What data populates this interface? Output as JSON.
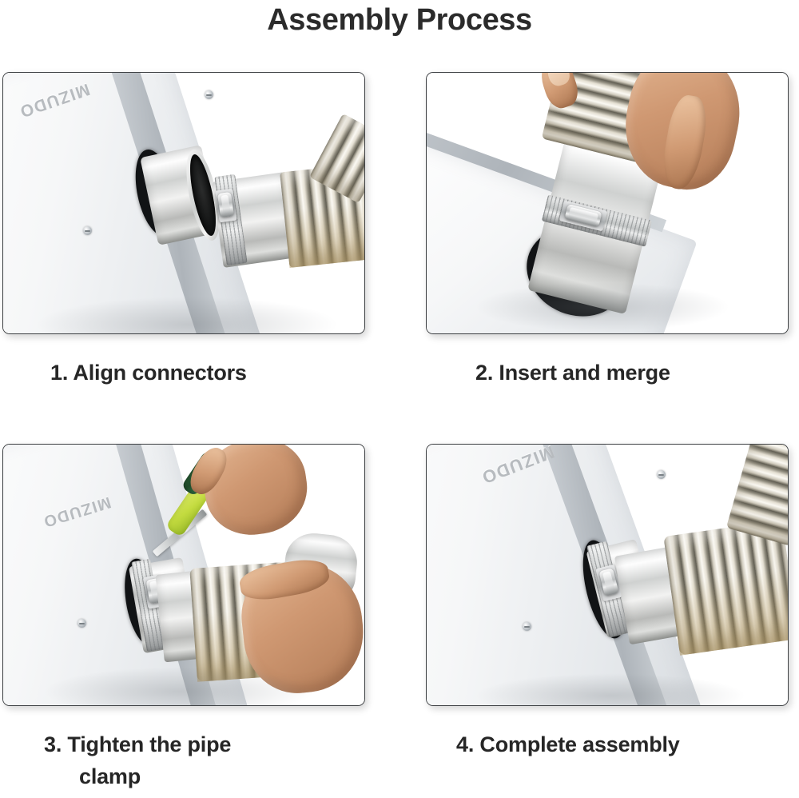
{
  "page": {
    "title": "Assembly Process",
    "background_color": "#ffffff",
    "title_color": "#2b2b2b"
  },
  "brand": {
    "name": "MIZUDO",
    "color": "#b7bbbf",
    "orientation": "rotated-180"
  },
  "colors": {
    "panel_border": "#3c3f42",
    "appliance_white": "#f6f7f8",
    "steel": "#cfd1d0",
    "gasket_black": "#111315",
    "skin": "#cf9872",
    "screwdriver_lime": "#c3db3f",
    "screwdriver_green": "#1f4b2a",
    "flexduct_warm": "#a89f85"
  },
  "steps": [
    {
      "number": "1",
      "caption": "1. Align connectors",
      "caption_lines": [
        "1. Align connectors"
      ],
      "photo_alt": "White MIZUDO appliance with stainless steel duct collar beside a flexible metal hose with clamp"
    },
    {
      "number": "2",
      "caption": "2. Insert and merge",
      "caption_lines": [
        "2. Insert and merge"
      ],
      "photo_alt": "Hand pushing the flexible duct onto the appliance collar"
    },
    {
      "number": "3",
      "caption": "3. Tighten the pipe clamp",
      "caption_lines": [
        "3. Tighten the pipe",
        "clamp"
      ],
      "photo_alt": "Hand using a green and lime screwdriver to tighten the hose clamp while the other hand holds the duct"
    },
    {
      "number": "4",
      "caption": "4. Complete assembly",
      "caption_lines": [
        "4. Complete assembly"
      ],
      "photo_alt": "Finished connection: flexible duct clamped to the MIZUDO appliance outlet"
    }
  ]
}
